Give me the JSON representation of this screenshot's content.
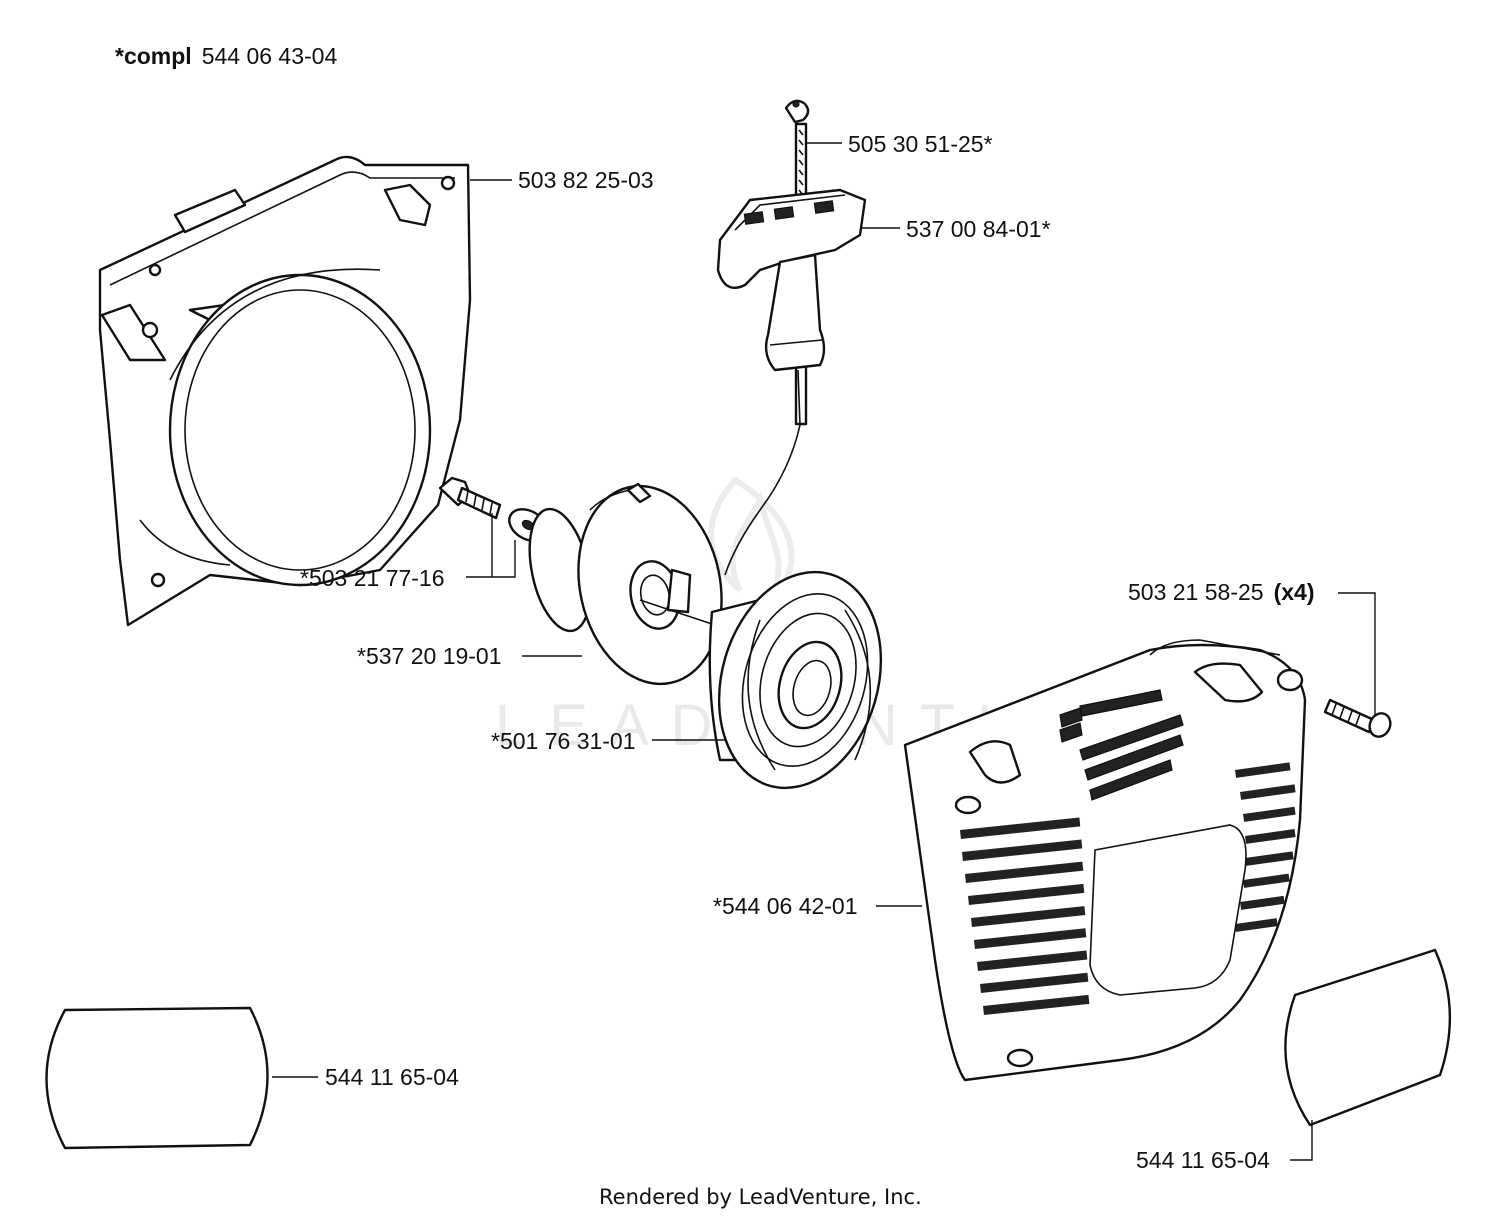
{
  "header": {
    "compl_prefix": "*compl",
    "compl_number": "544 06 43-04"
  },
  "callouts": {
    "fan_housing": "503 82 25-03",
    "starter_rope": "505 30 51-25*",
    "starter_handle": "537 00 84-01*",
    "screw_washer": "*503 21 77-16",
    "pulley": "*537 20 19-01",
    "spring_cassette": "*501 76 31-01",
    "screw_x4_number": "503 21 58-25",
    "screw_x4_qty": "(x4)",
    "starter_cover": "*544 06 42-01",
    "decal_left": "544 11 65-04",
    "decal_right": "544 11 65-04"
  },
  "watermark": "LEADVENTURE",
  "footer": "Rendered by LeadVenture, Inc."
}
